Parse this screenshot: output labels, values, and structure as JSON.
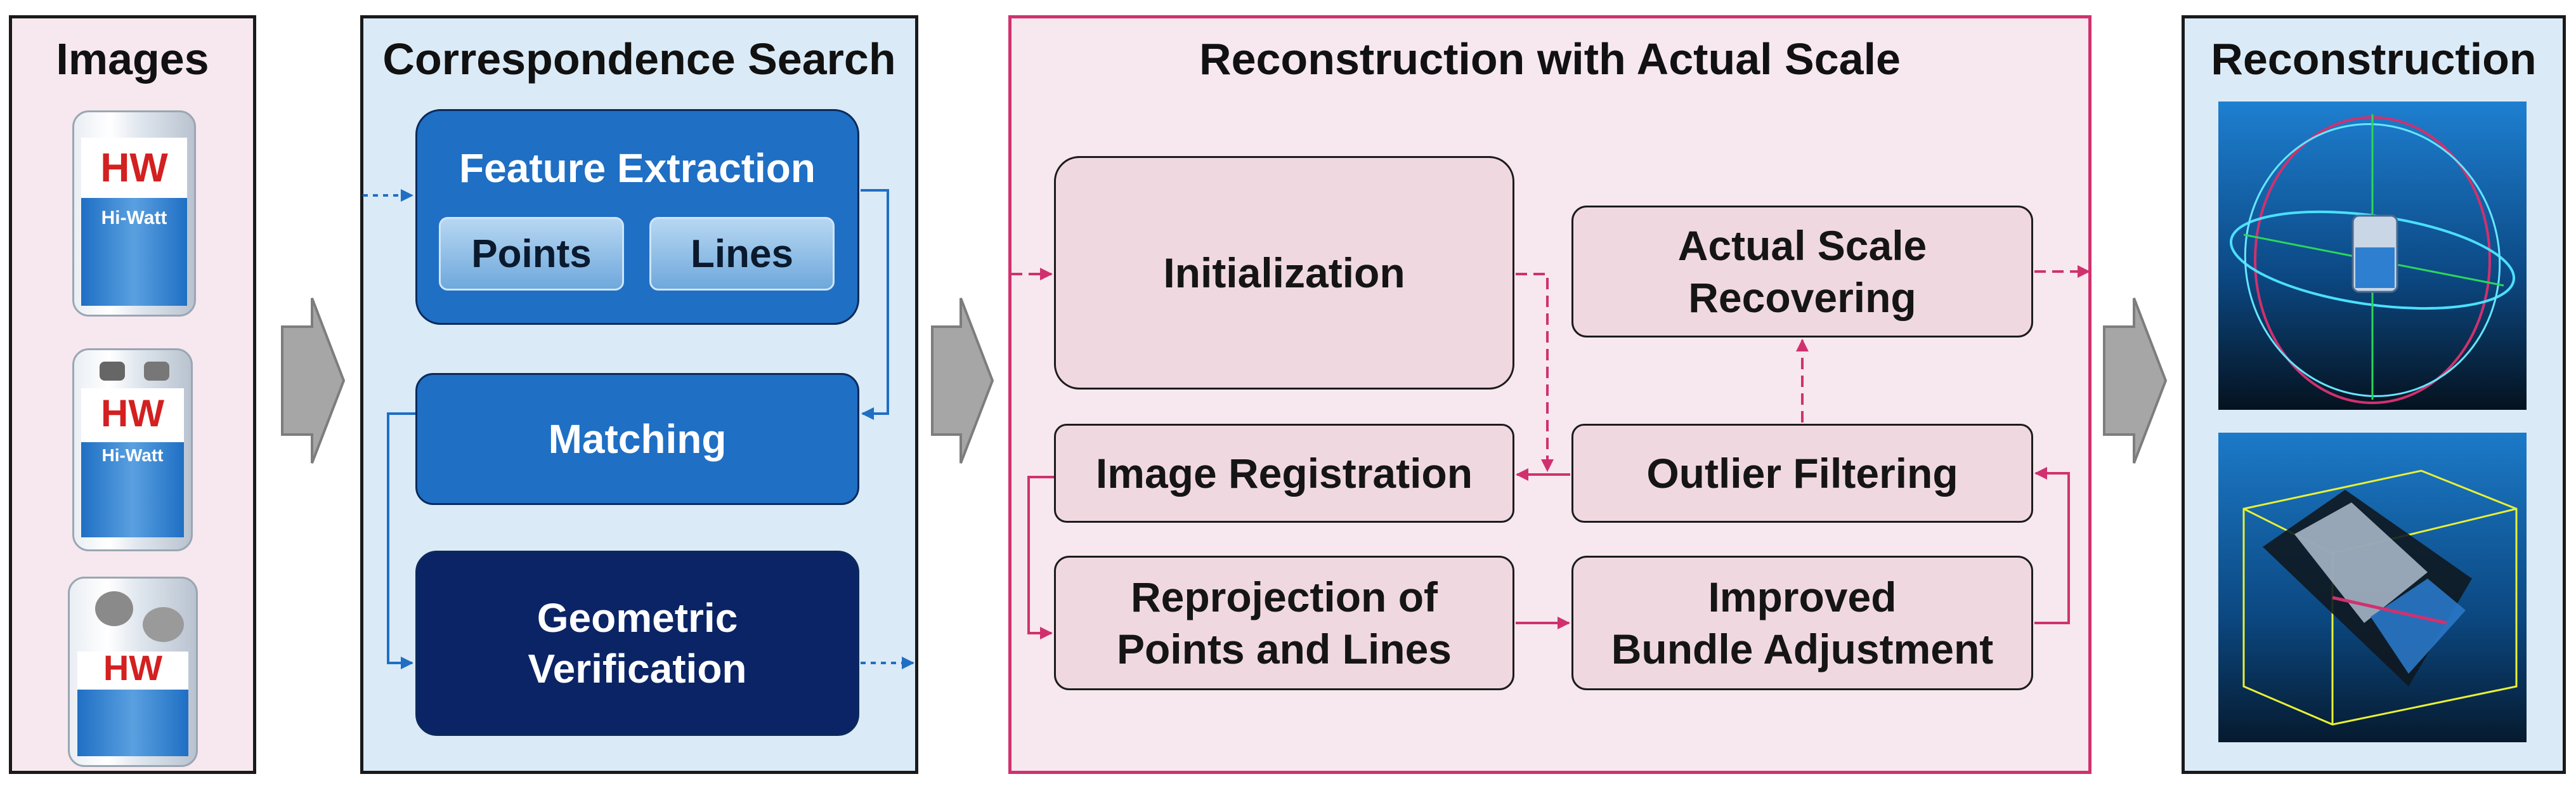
{
  "panels": {
    "images": {
      "title": "Images"
    },
    "correspondence": {
      "title": "Correspondence Search",
      "feature_extraction": "Feature Extraction",
      "points": "Points",
      "lines": "Lines",
      "matching": "Matching",
      "verification_line1": "Geometric",
      "verification_line2": "Verification"
    },
    "reconstruction_scale": {
      "title": "Reconstruction with Actual Scale",
      "initialization": "Initialization",
      "scale_line1": "Actual Scale",
      "scale_line2": "Recovering",
      "image_registration": "Image Registration",
      "outlier_filtering": "Outlier Filtering",
      "reprojection_line1": "Reprojection of",
      "reprojection_line2": "Points and Lines",
      "bundle_line1": "Improved",
      "bundle_line2": "Bundle Adjustment"
    },
    "reconstruction": {
      "title": "Reconstruction"
    }
  },
  "battery_label": "HW",
  "battery_sub": "Hi-Watt",
  "colors": {
    "panel_pink_bg": "#f6e8ee",
    "panel_blue_bg": "#dbeaf7",
    "box_blue_mid": "#1f6fc4",
    "box_blue_dark": "#0b2466",
    "pink_accent": "#d0316e",
    "blue_accent": "#1f6fc4",
    "arrow_gray": "#a6a6a6"
  }
}
